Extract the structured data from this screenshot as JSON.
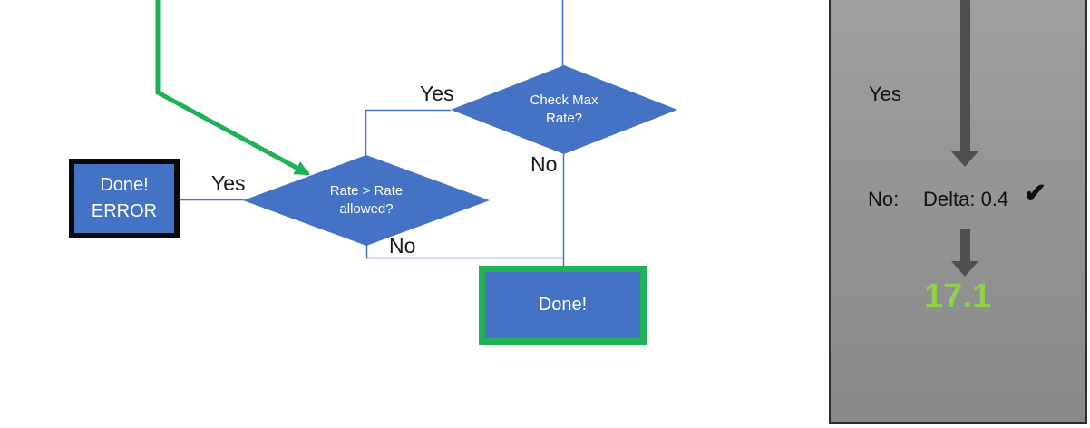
{
  "slide": {
    "flowchart": {
      "check_max_diamond": {
        "line1": "Check Max",
        "line2": "Rate?"
      },
      "rate_diamond": {
        "line1": "Rate > Rate",
        "line2": "allowed?"
      },
      "done_error_box": {
        "line1": "Done!",
        "line2": "ERROR"
      },
      "done_box": {
        "label": "Done!"
      },
      "edge_labels": {
        "check_max_yes": "Yes",
        "check_max_no": "No",
        "rate_yes": "Yes",
        "rate_no": "No"
      }
    },
    "side_panel": {
      "yes_label": "Yes",
      "no_label": "No:",
      "delta_text": "Delta: 0.4",
      "checkmark": "✔",
      "result_value": "17.1"
    },
    "colors": {
      "shape_blue": "#4472c4",
      "highlight_green": "#1fb155",
      "result_green": "#8ed04e",
      "arrow_gray": "#4f4f4f"
    }
  }
}
